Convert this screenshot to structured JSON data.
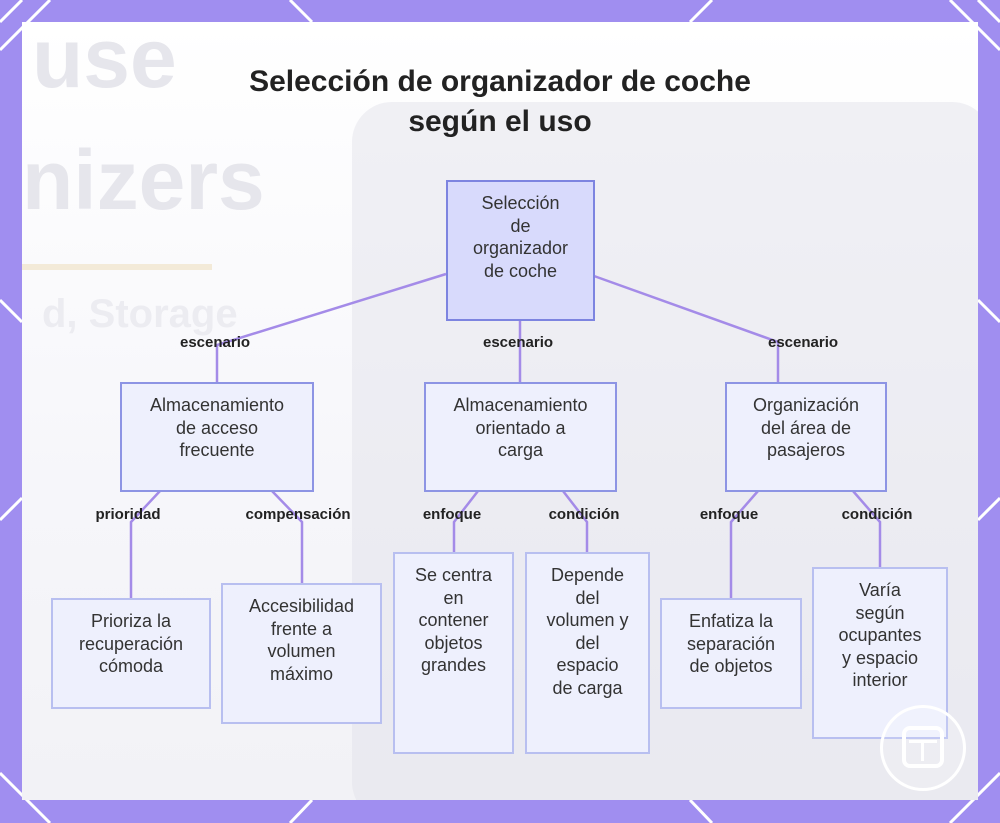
{
  "title": "Selección de organizador de coche\nsegún el uso",
  "nodes": {
    "root": "Selección\nde\norganizador\nde coche",
    "a": "Almacenamiento\nde acceso\nfrecuente",
    "b": "Almacenamiento\norientado a\ncarga",
    "c": "Organización\ndel área de\npasajeros",
    "a1": "Prioriza la\nrecuperación\ncómoda",
    "a2": "Accesibilidad\nfrente a\nvolumen\nmáximo",
    "b1": "Se centra\nen\ncontener\nobjetos\ngrandes",
    "b2": "Depende\ndel\nvolumen y\ndel\nespacio\nde carga",
    "c1": "Enfatiza la\nseparación\nde objetos",
    "c2": "Varía\nsegún\nocupantes\ny espacio\ninterior"
  },
  "edge_labels": {
    "root_a": "escenario",
    "root_b": "escenario",
    "root_c": "escenario",
    "a_a1": "prioridad",
    "a_a2": "compensación",
    "b_b1": "enfoque",
    "b_b2": "condición",
    "c_c1": "enfoque",
    "c_c2": "condición"
  },
  "background_text": [
    "use",
    "nizers",
    "d, Storage"
  ],
  "colors": {
    "frame": "#a08ef0",
    "edge": "#a48be8",
    "node_fill": "#eef0fd",
    "root_fill": "#d8dafc"
  }
}
